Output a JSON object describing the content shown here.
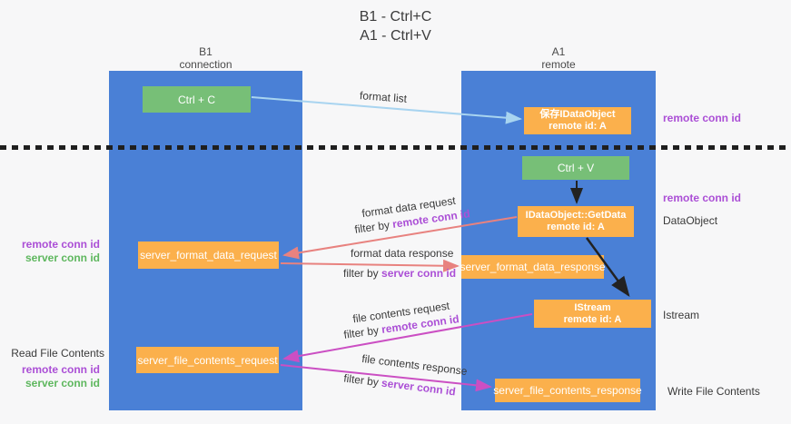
{
  "title": {
    "line1": "B1 - Ctrl+C",
    "line2": "A1 - Ctrl+V"
  },
  "lanes": {
    "left": {
      "name": "B1",
      "subtitle": "connection"
    },
    "right": {
      "name": "A1",
      "subtitle": "remote"
    }
  },
  "boxes": {
    "ctrl_c": {
      "label": "Ctrl + C"
    },
    "save_dataobject": {
      "title": "保存IDataObject",
      "subtitle": "remote id: A"
    },
    "ctrl_v": {
      "label": "Ctrl + V"
    },
    "getdata": {
      "title": "IDataObject::GetData",
      "subtitle": "remote id: A"
    },
    "format_request": {
      "label": "server_format_data_request"
    },
    "format_response": {
      "label": "server_format_data_response"
    },
    "istream": {
      "title": "IStream",
      "subtitle": "remote id: A"
    },
    "file_request": {
      "label": "server_file_contents_request"
    },
    "file_response": {
      "label": "server_file_contents_response"
    }
  },
  "flow_labels": {
    "format_list": "format list",
    "format_data_request": "format data request",
    "format_data_request_filter": {
      "prefix": "filter by ",
      "term": "remote conn id"
    },
    "format_data_response": "format data response",
    "format_data_response_filter": {
      "prefix": "filter by ",
      "term": "server conn id"
    },
    "file_contents_request": "file contents request",
    "file_contents_request_filter": {
      "prefix": "filter by ",
      "term": "remote conn id"
    },
    "file_contents_response": "file contents response",
    "file_contents_response_filter": {
      "prefix": "filter by ",
      "term": "server conn id"
    }
  },
  "left_annotations": {
    "format_remote": "remote conn id",
    "format_server": "server conn id",
    "read_file": "Read File Contents",
    "file_remote": "remote conn id",
    "file_server": "server conn id"
  },
  "right_annotations": {
    "top_remote": "remote conn id",
    "mid_remote": "remote conn id",
    "dataobject": "DataObject",
    "istream": "Istream",
    "write_file": "Write File Contents"
  },
  "colors": {
    "lane_blue": "#4a80d6",
    "box_green": "#77bf77",
    "box_orange": "#fbb04c",
    "arrow_salmon": "#e8827f",
    "arrow_magenta": "#cb4fc3",
    "arrow_lightblue": "#a8d4f0",
    "arrow_black": "#222222",
    "text_purple": "#ab4fd6",
    "text_green": "#5eb75e"
  }
}
